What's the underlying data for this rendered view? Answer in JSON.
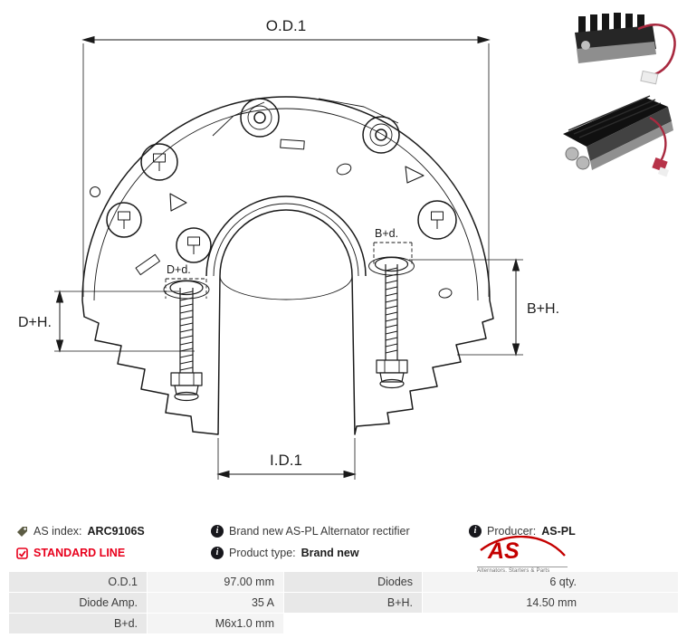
{
  "drawing": {
    "labels": {
      "od1": "O.D.1",
      "id1": "I.D.1",
      "dplus_h": "D+H.",
      "bplus_h": "B+H.",
      "dplus_d": "D+d.",
      "bplus_d": "B+d."
    }
  },
  "info": {
    "as_index": {
      "label": "AS index:",
      "value": "ARC9106S"
    },
    "description": "Brand new AS-PL Alternator rectifier",
    "producer": {
      "label": "Producer:",
      "value": "AS-PL"
    },
    "standard_line": "STANDARD LINE",
    "product_type": {
      "label": "Product type:",
      "value": "Brand new"
    },
    "logo": {
      "text": "AS",
      "subtext": "Alternators, Starters & Parts"
    }
  },
  "table": {
    "rows": [
      {
        "label1": "O.D.1",
        "value1": "97.00 mm",
        "label2": "Diodes",
        "value2": "6  qty."
      },
      {
        "label1": "Diode Amp.",
        "value1": "35 A",
        "label2": "B+H.",
        "value2": "14.50 mm"
      },
      {
        "label1": "B+d.",
        "value1": "M6x1.0 mm",
        "label2": "",
        "value2": ""
      }
    ]
  }
}
